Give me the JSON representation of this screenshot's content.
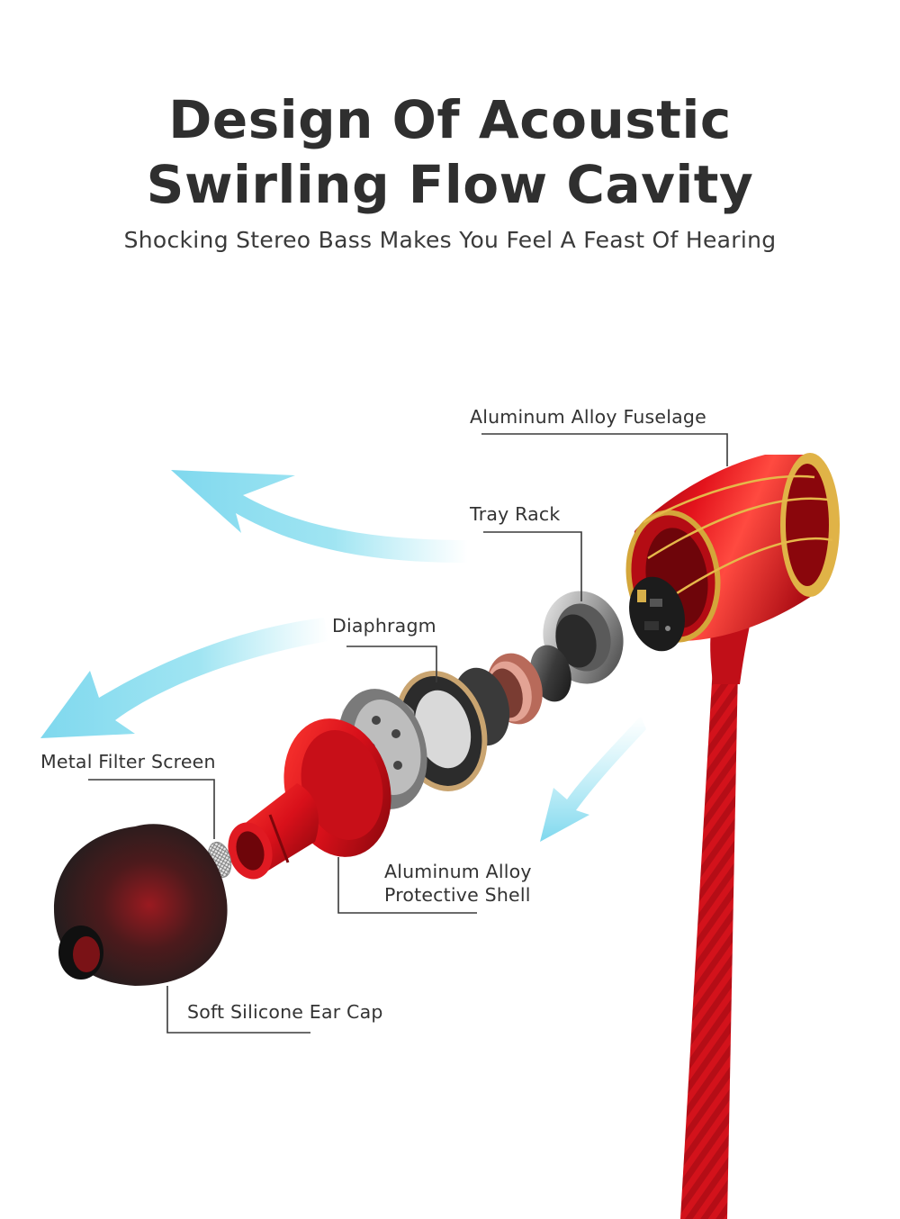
{
  "header": {
    "title_line1": "Design Of Acoustic",
    "title_line2": "Swirling Flow Cavity",
    "subtitle": "Shocking Stereo Bass Makes You Feel A Feast Of Hearing"
  },
  "callouts": {
    "fuselage": "Aluminum Alloy Fuselage",
    "tray_rack": "Tray Rack",
    "diaphragm": "Diaphragm",
    "filter_screen": "Metal Filter Screen",
    "shell_line1": "Aluminum Alloy",
    "shell_line2": "Protective Shell",
    "ear_cap": "Soft Silicone Ear Cap"
  },
  "colors": {
    "accent_red": "#d3121b",
    "gold": "#d4a63a",
    "airflow": "#8fe0f0",
    "text": "#2f2f2f"
  }
}
